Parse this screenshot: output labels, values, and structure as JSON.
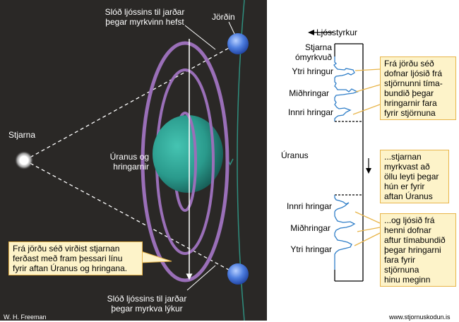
{
  "left_panel": {
    "top_path_label": [
      "Slóð ljóssins til jarðar",
      "þegar myrkvinn hefst"
    ],
    "earth_label": "Jörðin",
    "star_label": "Stjarna",
    "uranus_label": [
      "Úranus og",
      "hringarnir"
    ],
    "callout": [
      "Frá jörðu séð virðist stjarnan",
      "ferðast með fram þessari línu",
      "fyrir aftan Úranus og hringana."
    ],
    "bottom_path_label": [
      "Slóð ljóssins til jarðar",
      "þegar myrkva lýkur"
    ],
    "credit": "W. H. Freeman"
  },
  "right_panel": {
    "brightness_label": "Ljósstyrkur",
    "unocculted_label": [
      "Stjarna",
      "ómyrkvuð"
    ],
    "outer_rings_top": "Ytri hringur",
    "middle_rings_top": "Miðhringar",
    "inner_rings_top": "Innri hringar",
    "uranus_label": "Úranus",
    "inner_rings_bottom": "Innri hringar",
    "middle_rings_bottom": "Miðhringar",
    "outer_rings_bottom": "Ytri hringar",
    "callout_1": [
      "Frá jörðu séð",
      "dofnar ljósið frá",
      "stjörnunni tíma-",
      "bundið þegar",
      "hringarnir fara",
      "fyrir stjörnuna"
    ],
    "callout_2": [
      "...stjarnan",
      "myrkvast að",
      "öllu leyti þegar",
      "hún er fyrir",
      "aftan Úranus"
    ],
    "callout_3": [
      "...og ljósið frá",
      "henni dofnar",
      "aftur tímabundið",
      "þegar hringarni",
      "fara fyrir",
      "stjörnuna",
      "hinu meginn"
    ],
    "credit": "www.stjornuskodun.is"
  },
  "colors": {
    "background": "#2a2826",
    "planet": "#2f9a8e",
    "rings": "#9a6fb8",
    "earth": "#5a86e0",
    "callout_fill": "#fdf3c9",
    "callout_border": "#e8b54a",
    "light_curve": "#2f7ec8"
  }
}
